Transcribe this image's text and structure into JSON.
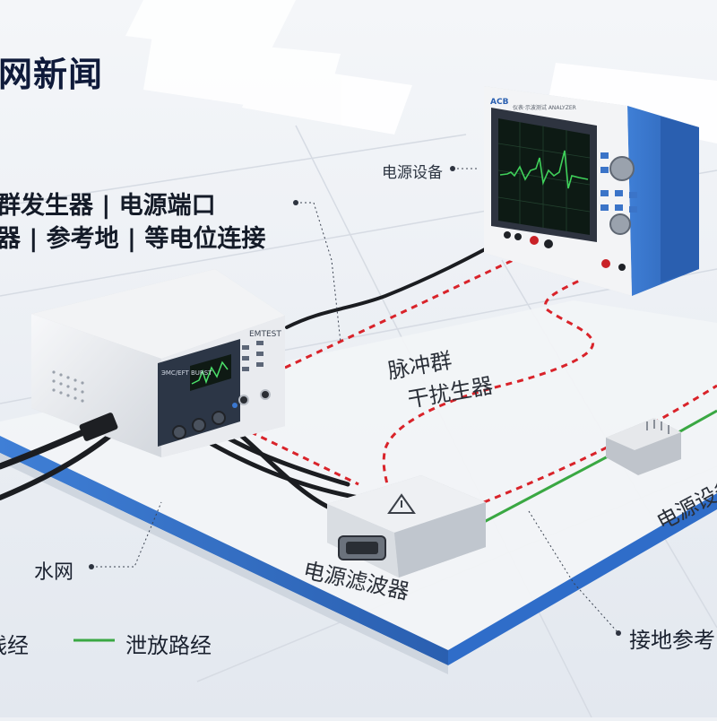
{
  "title": "网新闻",
  "labels": {
    "generator_line1": "群发生器 | 电源端口",
    "generator_line2": "器 | 参考地 | 等电位连接",
    "power_device": "电源设备",
    "burst_line1": "脉冲群",
    "burst_line2": "干扰生器",
    "filter": "电源滤波器",
    "grid": "水网",
    "ground_ref": "接地参考",
    "power_right": "电源设备",
    "legend_left": "线经",
    "legend_discharge": "泄放路经"
  },
  "instrument": {
    "brand": "ACB",
    "model_text": "仪表·示波测试 ANALYZER"
  },
  "generator": {
    "brand": "EMTEST",
    "model_text": "ЭМС/EFT BURST"
  },
  "colors": {
    "interference_path": "#d9232a",
    "discharge_path": "#3aa843",
    "frame_blue": "#2f6dc9",
    "waveform": "#3fd05a"
  },
  "icons": {
    "warning": "warning-triangle-icon",
    "connector": "db9-connector-icon"
  }
}
